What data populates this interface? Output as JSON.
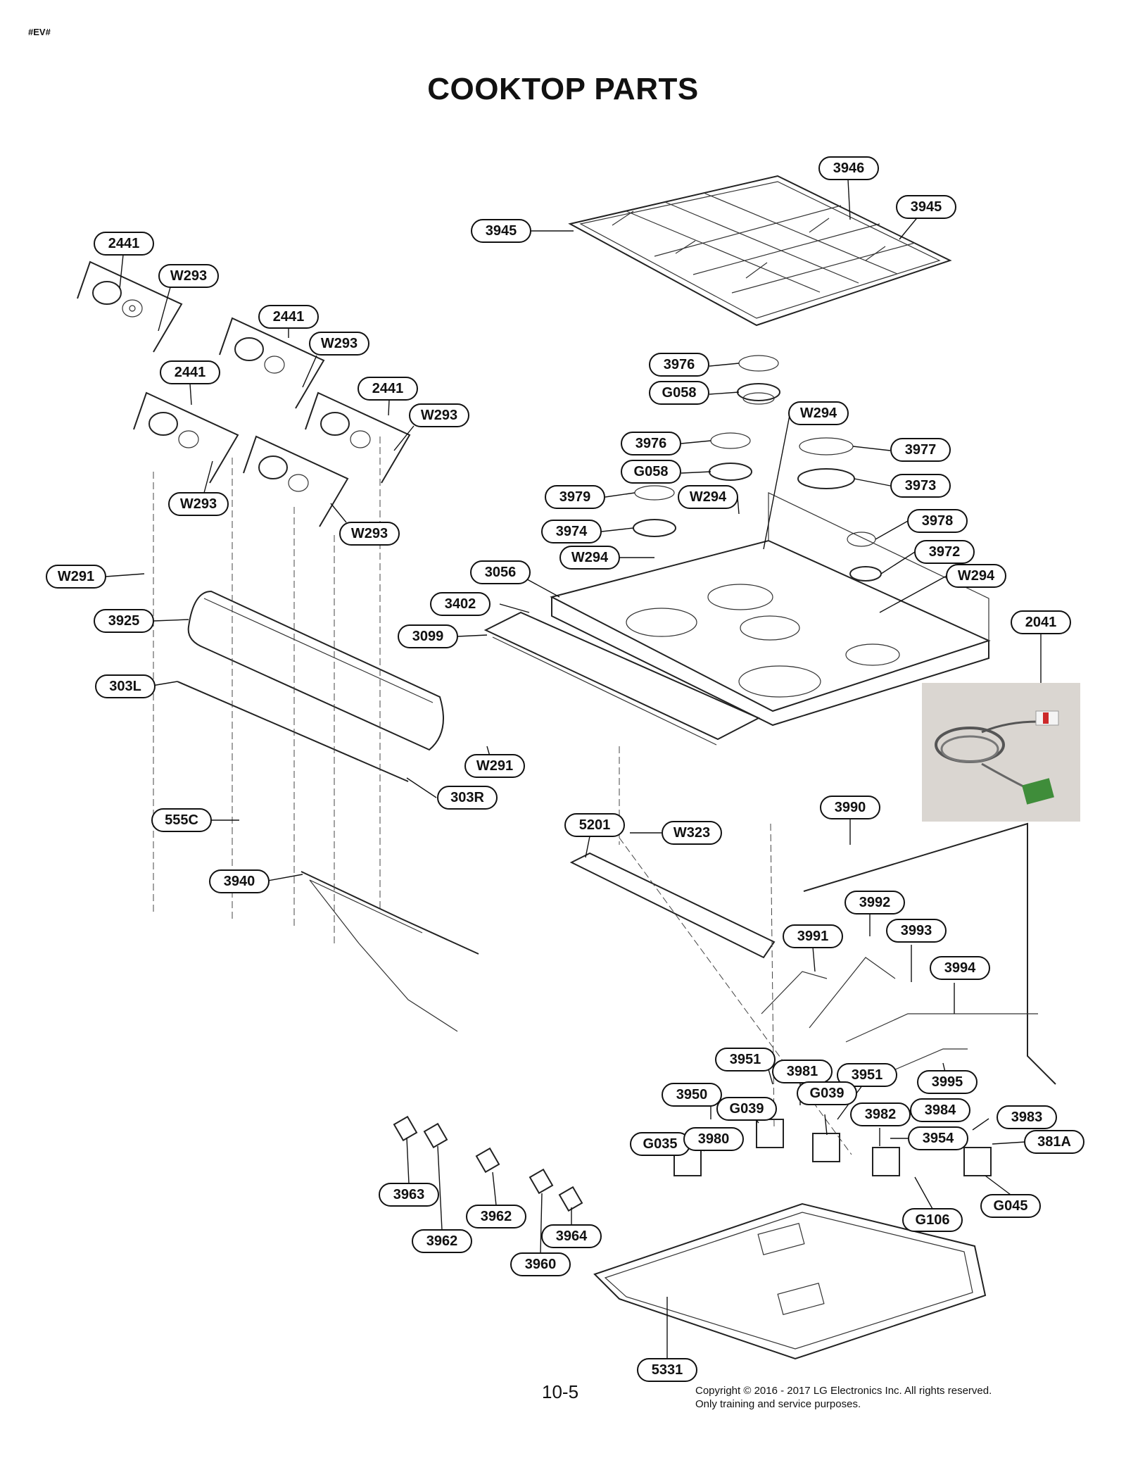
{
  "header": {
    "tag": "#EV#",
    "title": "COOKTOP PARTS"
  },
  "footer": {
    "page": "10-5",
    "copyright_line1": "Copyright © 2016 - 2017 LG Electronics Inc. All rights reserved.",
    "copyright_line2": "Only training and service purposes."
  },
  "callouts": [
    "3946",
    "3945",
    "3945",
    "2441",
    "W293",
    "2441",
    "W293",
    "2441",
    "2441",
    "W293",
    "W293",
    "W293",
    "3976",
    "G058",
    "W294",
    "3976",
    "3977",
    "G058",
    "3973",
    "3979",
    "W294",
    "3974",
    "3978",
    "3972",
    "W294",
    "W294",
    "3056",
    "W291",
    "3925",
    "3402",
    "3099",
    "2041",
    "303L",
    "W291",
    "303R",
    "555C",
    "3990",
    "5201",
    "W323",
    "3940",
    "3992",
    "3991",
    "3993",
    "3994",
    "3951",
    "3981",
    "3951",
    "3995",
    "3950",
    "G039",
    "G039",
    "3982",
    "3984",
    "3983",
    "3954",
    "381A",
    "G035",
    "3980",
    "3963",
    "3962",
    "3964",
    "3962",
    "3960",
    "G106",
    "G045",
    "5331"
  ]
}
